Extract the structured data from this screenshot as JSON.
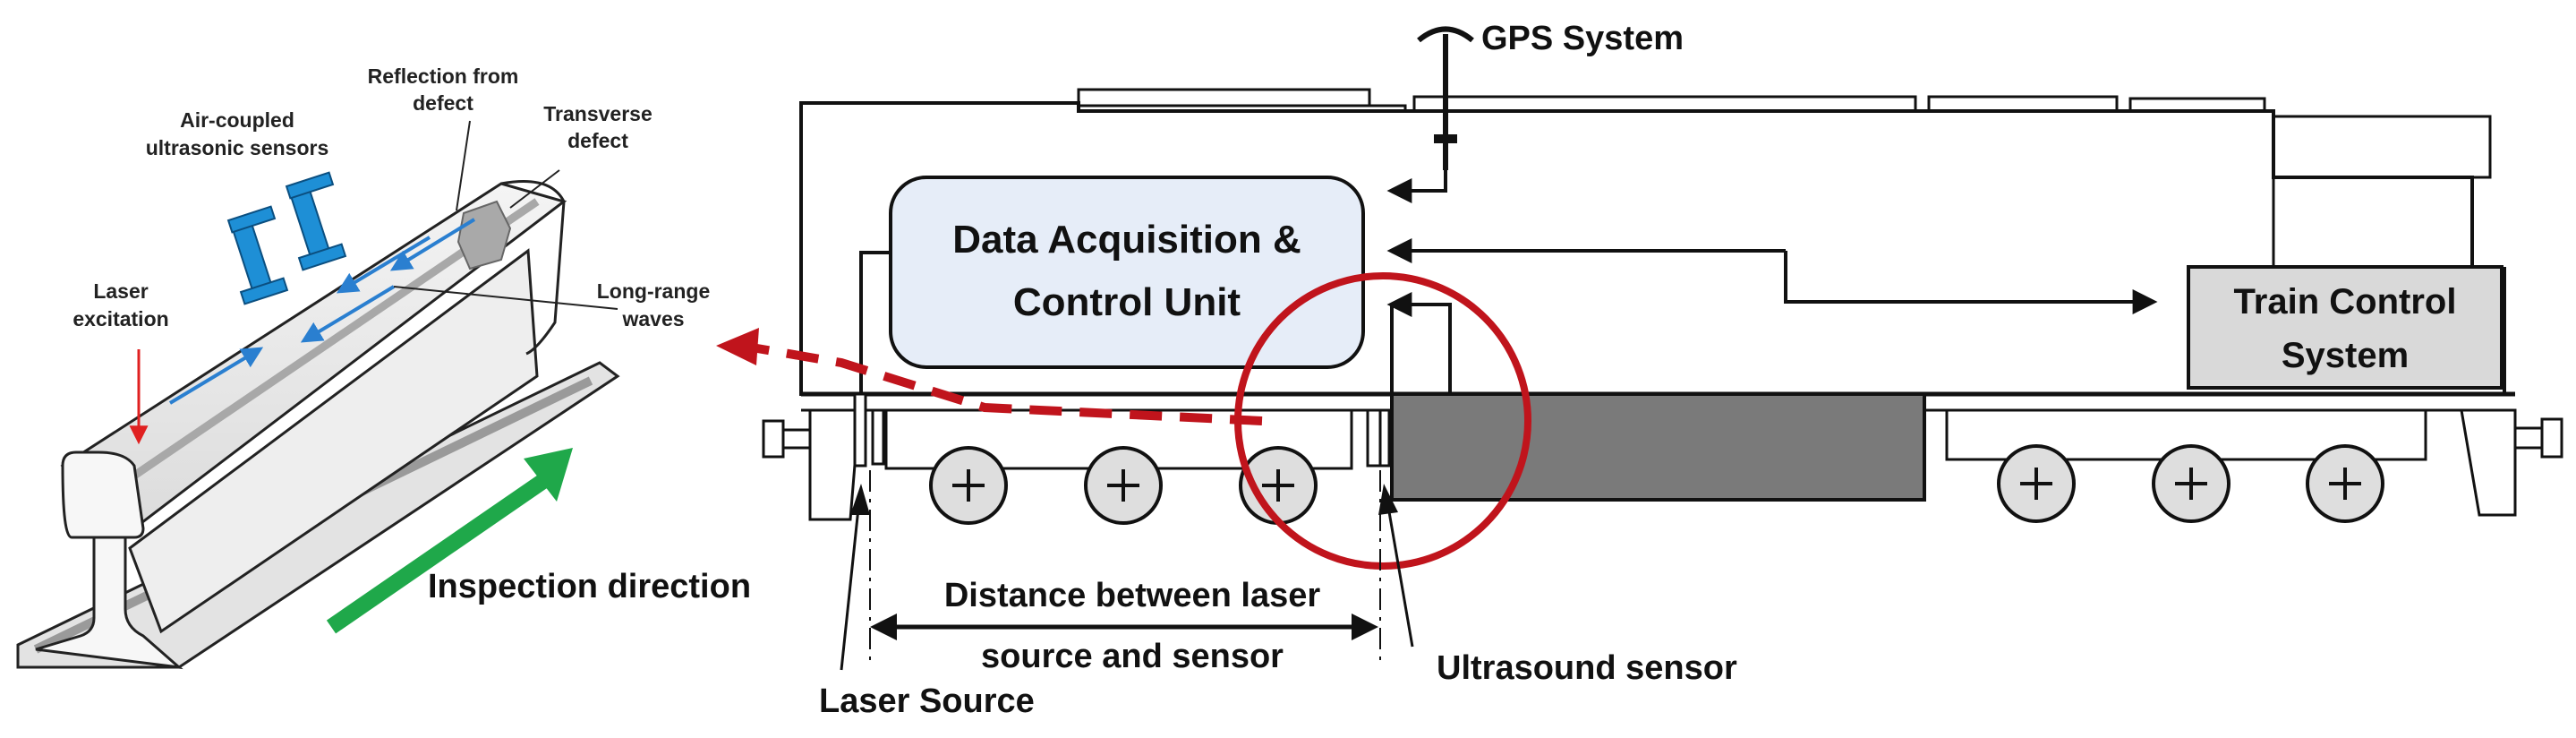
{
  "rail_panel": {
    "labels": {
      "reflection_line1": "Reflection from",
      "reflection_line2": "defect",
      "sensors_line1": "Air-coupled",
      "sensors_line2": "ultrasonic sensors",
      "transverse_line1": "Transverse",
      "transverse_line2": "defect",
      "laser_line1": "Laser",
      "laser_line2": "excitation",
      "waves_line1": "Long-range",
      "waves_line2": "waves",
      "inspection": "Inspection direction"
    }
  },
  "train_panel": {
    "labels": {
      "gps": "GPS System",
      "daq_line1": "Data Acquisition &",
      "daq_line2": "Control Unit",
      "tcs_line1": "Train Control",
      "tcs_line2": "System",
      "distance_line1": "Distance between laser",
      "distance_line2": "source and sensor",
      "ultrasound": "Ultrasound sensor",
      "laser_source": "Laser Source"
    }
  },
  "colors": {
    "sensor_blue": "#1e8fd6",
    "wave_blue": "#2a7fd0",
    "laser_red": "#e02020",
    "highlight_red": "#c0141c",
    "arrow_green": "#1fa84a",
    "daq_fill": "#e6edf8",
    "tcs_fill": "#d9d9d9",
    "block_fill": "#7a7a7a",
    "wheel_fill": "#dedede"
  }
}
